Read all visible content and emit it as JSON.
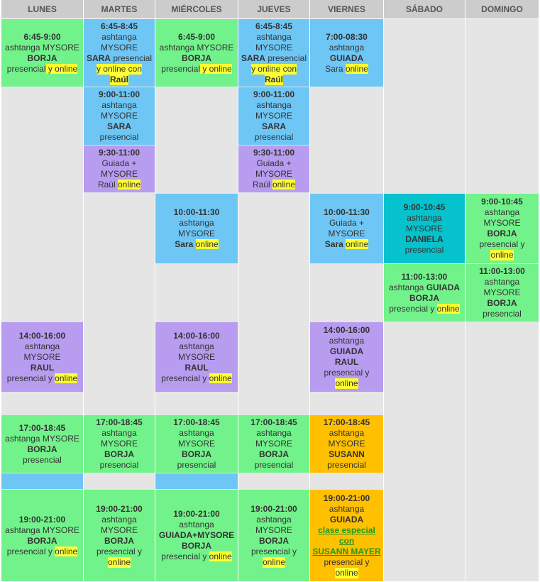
{
  "days": [
    "LUNES",
    "MARTES",
    "MIÉRCOLES",
    "JUEVES",
    "VIERNES",
    "SÁBADO",
    "DOMINGO"
  ],
  "classes": {
    "lun1": {
      "time": "6:45-9:00",
      "l1a": "ashtanga MYSORE",
      "teacher": "BORJA",
      "m1": "presencial",
      "y": " y ",
      "online": "online"
    },
    "mar1": {
      "time": "6:45-8:45",
      "l1": "ashtanga",
      "l2": "MYSORE",
      "t1": "SARA",
      "m1": " presencial",
      "online": "y online con",
      "t2": "Raúl"
    },
    "mie1": {
      "time": "6:45-9:00",
      "l1a": "ashtanga MYSORE",
      "teacher": "BORJA",
      "m1": "presencial",
      "y": " y ",
      "online": "online"
    },
    "jue1": {
      "time": "6:45-8:45",
      "l1": "ashtanga",
      "l2": "MYSORE",
      "t1": "SARA",
      "m1": " presencial",
      "online": "y online con",
      "t2": "Raúl"
    },
    "vie1": {
      "time": "7:00-08:30",
      "l1": "ashtanga",
      "teacher": "GUIADA",
      "m1": "Sara ",
      "online": "online"
    },
    "mar2": {
      "time": "9:00-11:00",
      "l1": "ashtanga",
      "l2": "MYSORE",
      "teacher": "SARA",
      "m1": "presencial"
    },
    "jue2": {
      "time": "9:00-11:00",
      "l1": "ashtanga",
      "l2": "MYSORE",
      "teacher": "SARA",
      "m1": "presencial"
    },
    "mar3": {
      "time": "9:30-11:00",
      "l1": "Guiada +",
      "l2": "MYSORE",
      "m1": "Raúl ",
      "online": "online"
    },
    "jue3": {
      "time": "9:30-11:00",
      "l1": "Guiada +",
      "l2": "MYSORE",
      "m1": "Raúl ",
      "online": "online"
    },
    "mie4": {
      "time": "10:00-11:30",
      "l1": "ashtanga",
      "l2": "MYSORE",
      "teacher": "Sara",
      "online": "online"
    },
    "vie4": {
      "time": "10:00-11:30",
      "l1": "Guiada +",
      "l2": "MYSORE",
      "teacher": "Sara",
      "online": "online"
    },
    "sab4": {
      "time": "9:00-10:45",
      "l1": "ashtanga",
      "l2": "MYSORE",
      "teacher": "DANIELA",
      "m1": "presencial"
    },
    "dom4": {
      "time": "9:00-10:45",
      "l1": "ashtanga",
      "l2": "MYSORE",
      "teacher": "BORJA",
      "m1": "presencial y",
      "online": "online"
    },
    "sab5": {
      "time": "11:00-13:00",
      "l1a": "ashtanga ",
      "l1b": "GUIADA",
      "teacher": "BORJA",
      "m1": "presencial",
      "y": " y ",
      "online": "online"
    },
    "dom5": {
      "time": "11:00-13:00",
      "l1": "ashtanga",
      "l2": "MYSORE",
      "teacher": "BORJA",
      "m1": "presencial"
    },
    "lun6": {
      "time": "14:00-16:00",
      "l1": "ashtanga",
      "l2": "MYSORE",
      "teacher": "RAUL",
      "m1": "presencial",
      "y": " y ",
      "online": "online"
    },
    "mie6": {
      "time": "14:00-16:00",
      "l1": "ashtanga",
      "l2": "MYSORE",
      "teacher": "RAUL",
      "m1": "presencial",
      "y": " y ",
      "online": "online"
    },
    "vie6": {
      "time": "14:00-16:00",
      "l1": "ashtanga",
      "t1": "GUIADA",
      "t2": "RAUL",
      "m1": "presencial y",
      "online": "online"
    },
    "lun7": {
      "time": "17:00-18:45",
      "l1a": "ashtanga MYSORE",
      "teacher": "BORJA",
      "m1": "presencial"
    },
    "mar7": {
      "time": "17:00-18:45",
      "l1": "ashtanga",
      "l2": "MYSORE",
      "teacher": "BORJA",
      "m1": "presencial"
    },
    "mie7": {
      "time": "17:00-18:45",
      "l1": "ashtanga",
      "l2": "MYSORE",
      "teacher": "BORJA",
      "m1": "presencial"
    },
    "jue7": {
      "time": "17:00-18:45",
      "l1": "ashtanga",
      "l2": "MYSORE",
      "teacher": "BORJA",
      "m1": "presencial"
    },
    "vie7": {
      "time": "17:00-18:45",
      "l1": "ashtanga",
      "l2": "MYSORE",
      "teacher": "SUSANN",
      "m1": "presencial"
    },
    "lun8": {
      "time": "19:00-21:00",
      "l1a": "ashtanga MYSORE",
      "teacher": "BORJA",
      "m1": "presencial",
      "y": " y ",
      "online": "online"
    },
    "mar8": {
      "time": "19:00-21:00",
      "l1": "ashtanga",
      "l2": "MYSORE",
      "teacher": "BORJA",
      "m1": "presencial y",
      "online": "online"
    },
    "mie8": {
      "time": "19:00-21:00",
      "l1": "ashtanga",
      "l2": "GUIADA+MYSORE",
      "teacher": "BORJA",
      "m1": "presencial",
      "y": " y ",
      "online": "online"
    },
    "jue8": {
      "time": "19:00-21:00",
      "l1": "ashtanga",
      "l2": "MYSORE",
      "teacher": "BORJA",
      "m1": "presencial y",
      "online": "online"
    },
    "vie8": {
      "time": "19:00-21:00",
      "l1": "ashtanga",
      "teacher": "GUIADA",
      "s1": "clase especial",
      "s2": "con",
      "s3": "SUSANN MAYER",
      "m1": "presencial y",
      "online": "online"
    }
  },
  "colors": {
    "header": "#cccccc",
    "background": "#e5e5e5",
    "mysore_green": "#72f28a",
    "blue": "#6ec6f5",
    "purple": "#b79cef",
    "teal": "#06c2cc",
    "orange": "#ffc000",
    "highlight": "#ffff33"
  }
}
